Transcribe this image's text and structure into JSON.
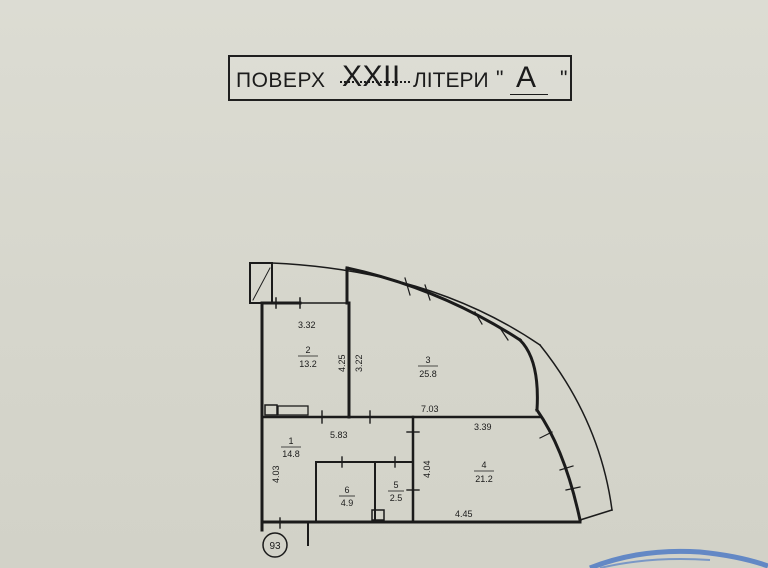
{
  "header": {
    "floor_word": "ПОВЕРХ",
    "floor_number": "XXII",
    "litera_word": "ЛІТЕРИ",
    "open_quote": "\"",
    "litera_letter": "А",
    "close_quote": "\""
  },
  "rooms": [
    {
      "number": "1",
      "area": "14.8"
    },
    {
      "number": "2",
      "area": "13.2"
    },
    {
      "number": "3",
      "area": "25.8"
    },
    {
      "number": "4",
      "area": "21.2"
    },
    {
      "number": "5",
      "area": "2.5"
    },
    {
      "number": "6",
      "area": "4.9"
    }
  ],
  "dimensions": {
    "d_332": "3.32",
    "d_425": "4.25",
    "d_322": "3.22",
    "d_703": "7.03",
    "d_583": "5.83",
    "d_339": "3.39",
    "d_403": "4.03",
    "d_404": "4.04",
    "d_445": "4.45"
  },
  "apartment_number": "93",
  "colors": {
    "paper": "#d8d8cf",
    "ink": "#1b1b1b",
    "stamp": "#3d6fc4"
  }
}
